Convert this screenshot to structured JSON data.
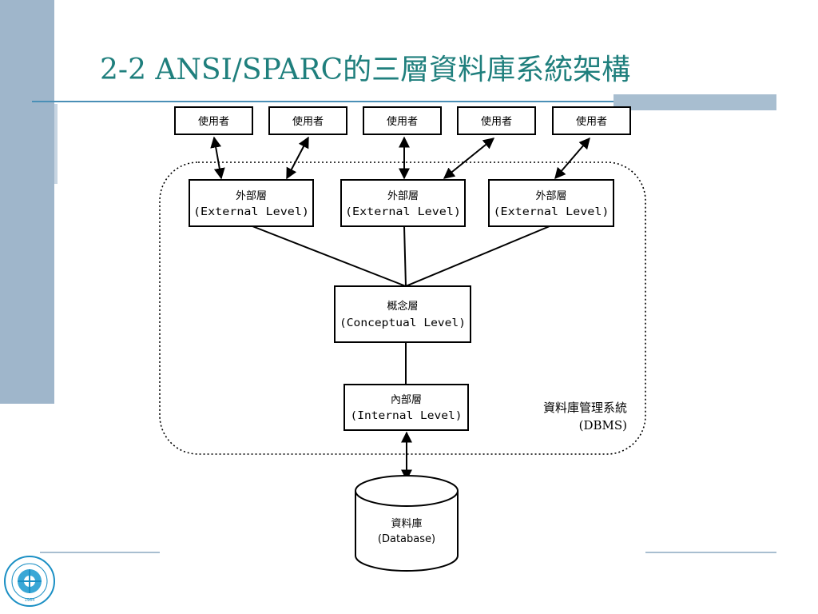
{
  "slide": {
    "title": "2-2 ANSI/SPARC的三層資料庫系統架構"
  },
  "diagram": {
    "users": [
      "使用者",
      "使用者",
      "使用者",
      "使用者",
      "使用者"
    ],
    "external_levels": [
      {
        "zh": "外部層",
        "en": "(External Level)"
      },
      {
        "zh": "外部層",
        "en": "(External Level)"
      },
      {
        "zh": "外部層",
        "en": "(External Level)"
      }
    ],
    "conceptual_level": {
      "zh": "概念層",
      "en": "(Conceptual Level)"
    },
    "internal_level": {
      "zh": "內部層",
      "en": "(Internal Level)"
    },
    "dbms_label": {
      "zh": "資料庫管理系統",
      "en": "(DBMS)"
    },
    "database": {
      "zh": "資料庫",
      "en": "(Database)"
    }
  },
  "logo": {
    "year": "1984",
    "colors": {
      "ring": "#1a8fc4",
      "fill": "#3aa7d6"
    }
  },
  "colors": {
    "title": "#1f7f7d",
    "sidebar": "#9fb6cb",
    "rule": "#4a8fb6"
  }
}
